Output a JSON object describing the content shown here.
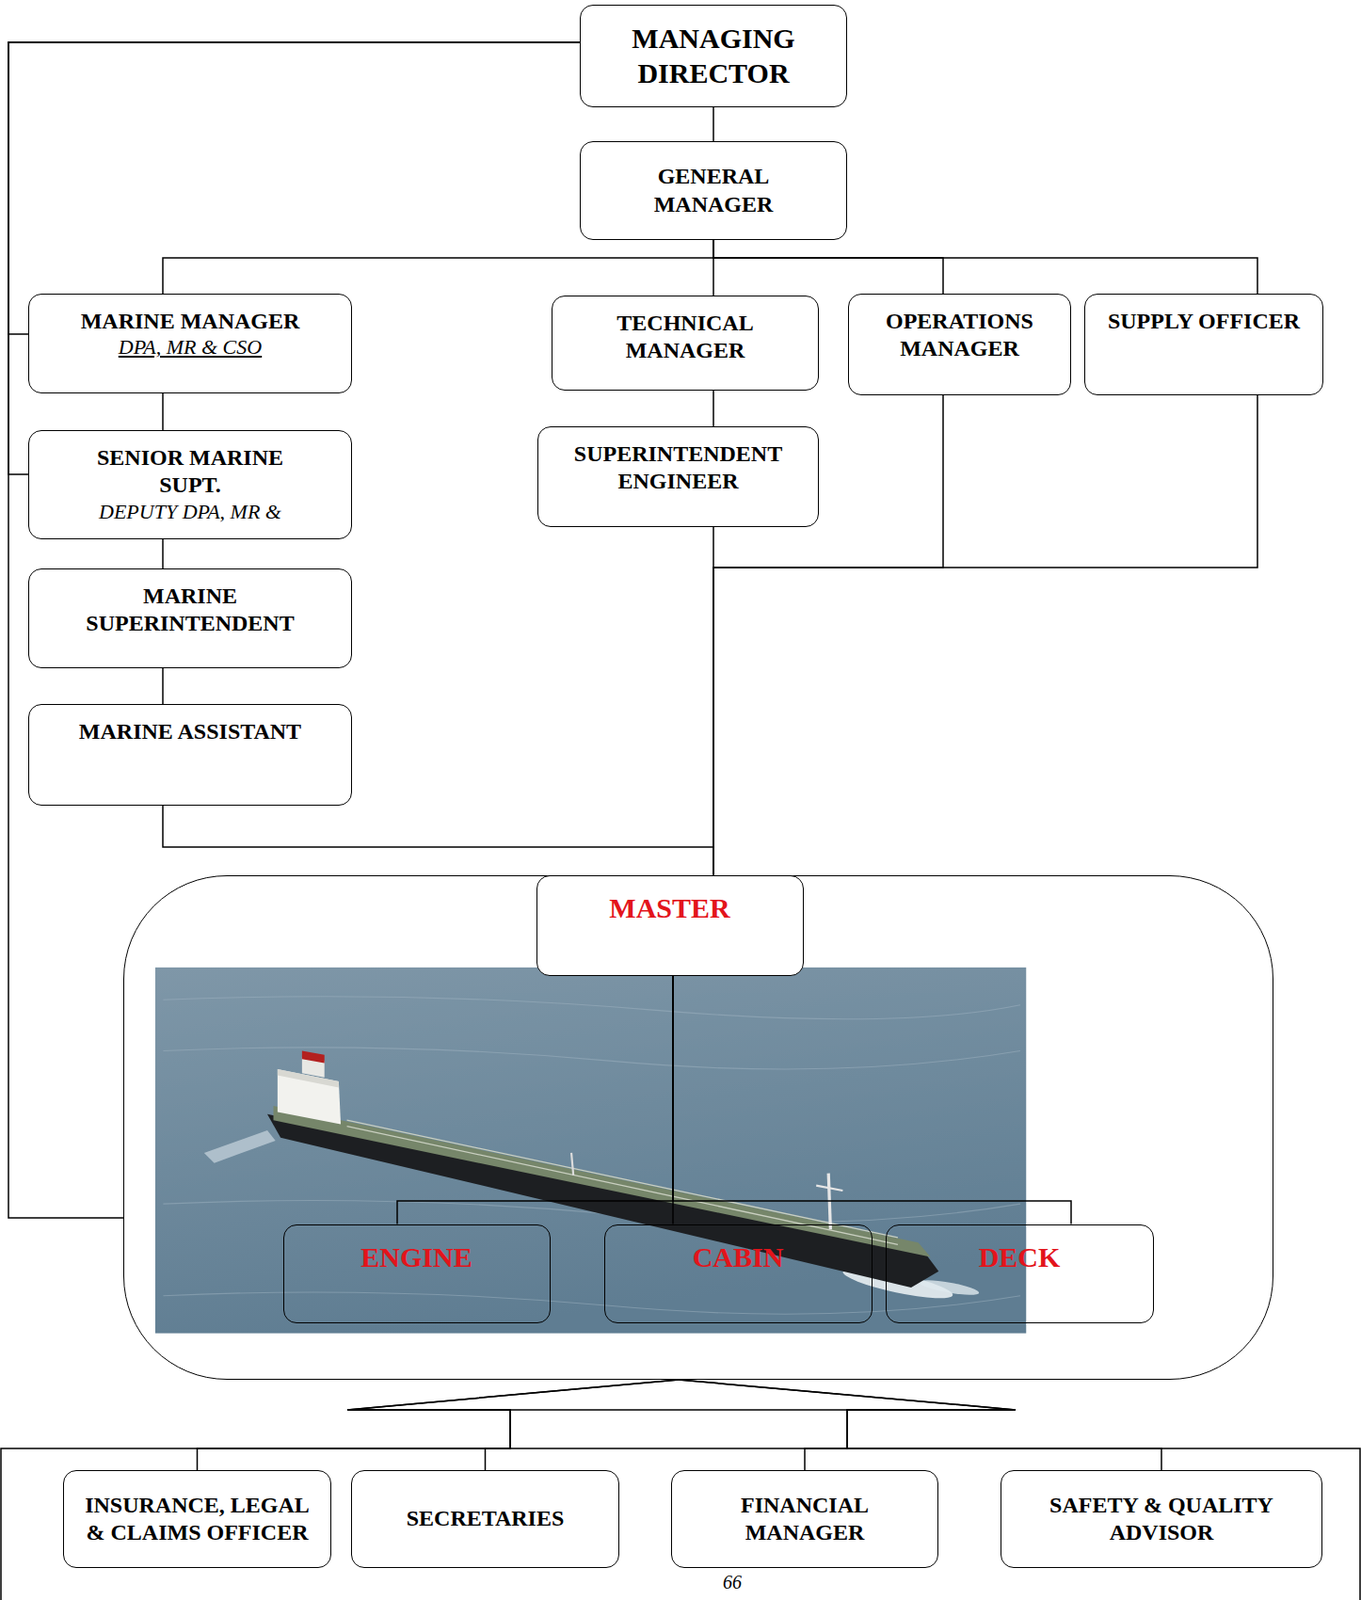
{
  "diagram": {
    "nodes": [
      {
        "text": [
          "MANAGING DIRECTOR"
        ]
      },
      {
        "text": [
          "GENERAL MANAGER"
        ]
      },
      {
        "text": [
          "MARINE MANAGER",
          "DPA, MR & CSO"
        ]
      },
      {
        "text": [
          "TECHNICAL MANAGER"
        ]
      },
      {
        "text": [
          "OPERATIONS MANAGER"
        ]
      },
      {
        "text": [
          "SUPPLY OFFICER"
        ]
      },
      {
        "text": [
          "SENIOR MARINE SUPT.",
          "DEPUTY DPA, MR &"
        ]
      },
      {
        "text": [
          "SUPERINTENDENT ENGINEER"
        ]
      },
      {
        "text": [
          "MARINE SUPERINTENDENT"
        ]
      },
      {
        "text": [
          "MARINE ASSISTANT"
        ]
      },
      {
        "text": []
      },
      {
        "text": [
          "MASTER"
        ],
        "in": 10
      },
      {
        "text": [
          "ENGINE"
        ],
        "in": 10
      },
      {
        "text": [
          "CABIN"
        ],
        "in": 10
      },
      {
        "text": [
          "DECK"
        ],
        "in": 10
      },
      {
        "text": [
          "INSURANCE, LEGAL & CLAIMS OFFICER"
        ]
      },
      {
        "text": [
          "SECRETARIES"
        ]
      },
      {
        "text": [
          "FINANCIAL MANAGER"
        ]
      },
      {
        "text": [
          "SAFETY & QUALITY ADVISOR"
        ]
      }
    ],
    "edges": [
      {
        "from": 0,
        "to": 1,
        "arrow": "none"
      },
      {
        "from": 1,
        "to": 2,
        "arrow": "none"
      },
      {
        "from": 1,
        "to": 3,
        "arrow": "none"
      },
      {
        "from": 1,
        "to": 4,
        "arrow": "none"
      },
      {
        "from": 1,
        "to": 5,
        "arrow": "none"
      },
      {
        "from": 0,
        "to": 2,
        "arrow": "none"
      },
      {
        "from": 0,
        "to": 6,
        "arrow": "none"
      },
      {
        "from": 0,
        "to": 10,
        "arrow": "none"
      },
      {
        "from": 2,
        "to": 6,
        "arrow": "none"
      },
      {
        "from": 6,
        "to": 8,
        "arrow": "none"
      },
      {
        "from": 8,
        "to": 9,
        "arrow": "none"
      },
      {
        "from": 3,
        "to": 7,
        "arrow": "none"
      },
      {
        "from": 7,
        "to": 11,
        "arrow": "none"
      },
      {
        "from": 9,
        "to": 11,
        "arrow": "none"
      },
      {
        "from": 4,
        "to": 11,
        "arrow": "none"
      },
      {
        "from": 5,
        "to": 11,
        "arrow": "none"
      },
      {
        "from": 11,
        "to": 12,
        "arrow": "none"
      },
      {
        "from": 11,
        "to": 13,
        "arrow": "none"
      },
      {
        "from": 11,
        "to": 14,
        "arrow": "none"
      },
      {
        "from": 10,
        "to": 15,
        "arrow": "none"
      },
      {
        "from": 10,
        "to": 16,
        "arrow": "none"
      },
      {
        "from": 10,
        "to": 17,
        "arrow": "none"
      },
      {
        "from": 10,
        "to": 18,
        "arrow": "none"
      }
    ],
    "labels": [
      "66"
    ]
  }
}
